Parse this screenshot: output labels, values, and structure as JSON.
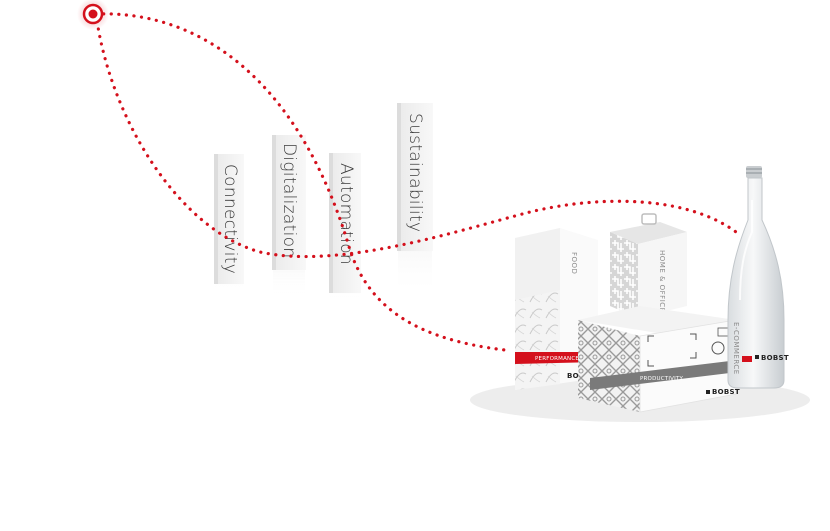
{
  "panels": [
    {
      "label": "Connectivity"
    },
    {
      "label": "Digitalization"
    },
    {
      "label": "Automation"
    },
    {
      "label": "Sustainability"
    }
  ],
  "products": {
    "food_bag": {
      "label": "FOOD",
      "band_label": "PERFORMANCE",
      "logo": "BOBST"
    },
    "home_office_box": {
      "label": "HOME & OFFICE"
    },
    "shipping_box": {
      "logo": "BOBST",
      "band_label": "PRODUCTIVITY"
    },
    "bottle": {
      "label": "E-COMMERCE",
      "logo": "BOBST"
    }
  },
  "colors": {
    "accent": "#d4101c",
    "panel": "#f3f3f3",
    "background": "#ffffff"
  }
}
